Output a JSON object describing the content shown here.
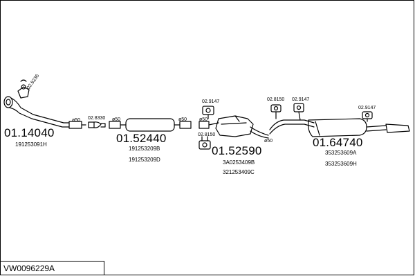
{
  "kit_code": "VW0096229A",
  "parts": [
    {
      "number": "01.14040",
      "oe_refs": [
        "191253091H"
      ]
    },
    {
      "number": "01.52440",
      "oe_refs": [
        "191253209B",
        "191253209D"
      ]
    },
    {
      "number": "01.52590",
      "oe_refs": [
        "3A0253409B",
        "321253409C"
      ]
    },
    {
      "number": "01.64740",
      "oe_refs": [
        "353253609A",
        "353253609H"
      ]
    }
  ],
  "accessories": {
    "a1": "02.9236",
    "a2": "02.8330",
    "a3": "02.9147",
    "a4": "02.8150",
    "a5": "02.8150",
    "a6": "02.9147",
    "a7": "02.9147"
  },
  "diameters": {
    "d1": "ø50",
    "d2": "ø50",
    "d3": "ø50",
    "d4": "ø50",
    "d5": "ø50"
  }
}
